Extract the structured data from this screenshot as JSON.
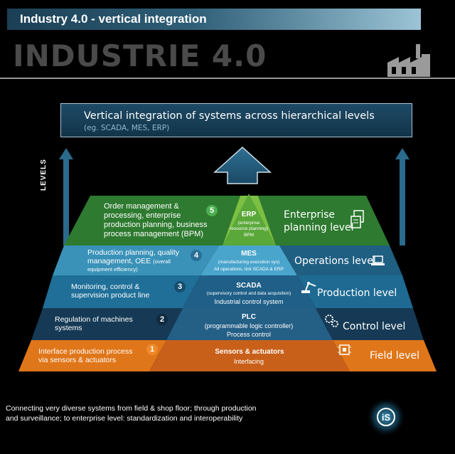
{
  "header": {
    "banner_title": "Industry 4.0 - vertical integration",
    "big_title": "INDUSTRIE 4.0"
  },
  "top_box": {
    "title": "Vertical integration of systems across hierarchical levels",
    "subtitle": "(eg. SCADA, MES, ERP)"
  },
  "side_label": "LEVELS",
  "levels": [
    {
      "number": "5",
      "left_line1": "Order management &",
      "left_line2": "processing, enterprise",
      "left_line3": "production planning, business",
      "left_line4": "process management (BPM)",
      "center_title": "ERP",
      "center_sub1": "(enterprise",
      "center_sub2": "resource planning)",
      "center_desc": "BPM",
      "name_line1": "Enterprise",
      "name_line2": "planning level",
      "icon": "documents-icon",
      "color": "#2e7a30"
    },
    {
      "number": "4",
      "left_line1": "Production planning, quality",
      "left_line2": "management, OEE",
      "left_small": "(overall",
      "left_line3": "equipment efficiency)",
      "center_title": "MES",
      "center_sub1": "(manufacturing execution sys)",
      "center_desc": "All operations, link SCADA & ERP",
      "name": "Operations level",
      "icon": "laptop-icon",
      "color": "#3a92b8"
    },
    {
      "number": "3",
      "left_line1": "Monitoring, control &",
      "left_line2": "supervision product line",
      "center_title": "SCADA",
      "center_sub1": "(supervisory control and data acquisition)",
      "center_desc": "Industrial control system",
      "name": "Production level",
      "icon": "robot-arm-icon",
      "color": "#1f6f98"
    },
    {
      "number": "2",
      "left_line1": "Regulation of machines",
      "left_line2": "systems",
      "center_title": "PLC",
      "center_sub1": "(programmable logic controller)",
      "center_desc": "Process control",
      "name": "Control level",
      "icon": "gears-icon",
      "color": "#163a55"
    },
    {
      "number": "1",
      "left_line1": "Interface production process",
      "left_line2": "via sensors & actuators",
      "center_title": "Sensors & actuators",
      "center_desc": "Interfacing",
      "name": "Field level",
      "icon": "chip-icon",
      "color": "#e0761a"
    }
  ],
  "bottom": {
    "line1": "Connecting very diverse systems from field & shop floor; through production",
    "line2": "and surveillance; to enterprise level: standardization and interoperability"
  },
  "logo_text": "iS"
}
